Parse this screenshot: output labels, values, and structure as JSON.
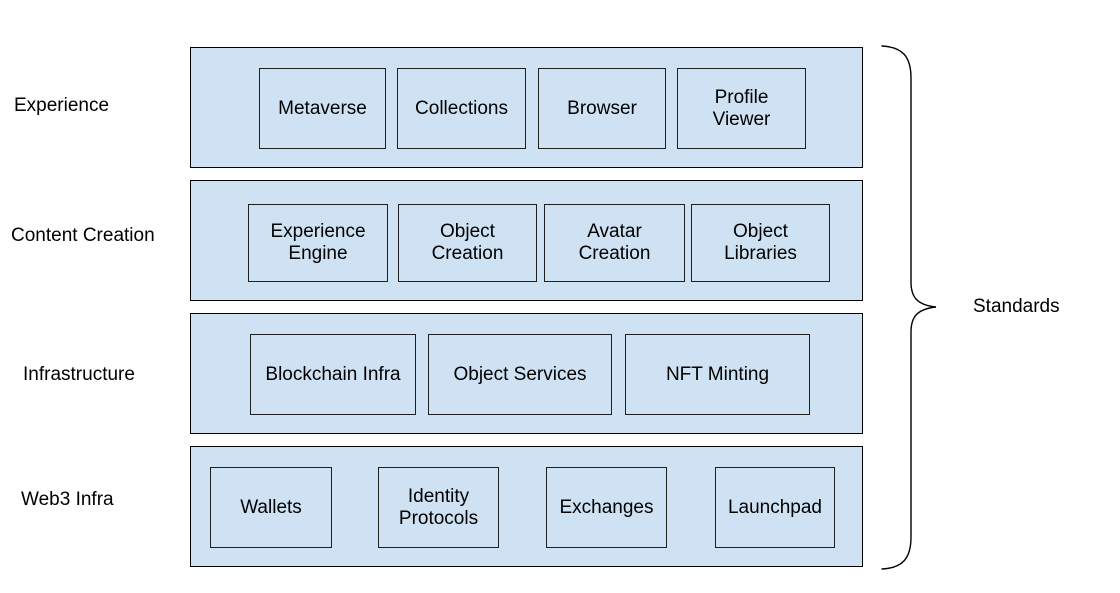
{
  "standards_label": "Standards",
  "layers": [
    {
      "label": "Experience",
      "items": [
        "Metaverse",
        "Collections",
        "Browser",
        "Profile Viewer"
      ]
    },
    {
      "label": "Content Creation",
      "items": [
        "Experience Engine",
        "Object Creation",
        "Avatar Creation",
        "Object Libraries"
      ]
    },
    {
      "label": "Infrastructure",
      "items": [
        "Blockchain Infra",
        "Object Services",
        "NFT Minting"
      ]
    },
    {
      "label": "Web3 Infra",
      "items": [
        "Wallets",
        "Identity Protocols",
        "Exchanges",
        "Launchpad"
      ]
    }
  ],
  "colors": {
    "fill": "#cfe2f3",
    "band_border": "#000000",
    "box_border": "#1f1f1f",
    "text": "#000000",
    "background": "#ffffff",
    "brace": "#000000"
  }
}
